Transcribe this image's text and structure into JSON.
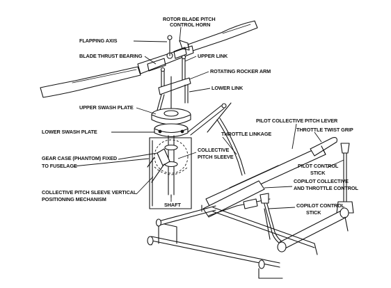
{
  "labels": {
    "rotor_horn_1": "ROTOR BLADE PITCH",
    "rotor_horn_2": "CONTROL HORN",
    "flapping_axis": "FLAPPING AXIS",
    "blade_thrust_bearing": "BLADE THRUST BEARING",
    "upper_link": "UPPER LINK",
    "rotating_rocker_arm": "ROTATING ROCKER ARM",
    "lower_link": "LOWER LINK",
    "upper_swash_plate": "UPPER SWASH PLATE",
    "lower_swash_plate": "LOWER SWASH PLATE",
    "gear_case_1": "GEAR CASE (PHANTOM) FIXED",
    "gear_case_2": "TO FUSELAGE",
    "collective_pitch_sleeve_1": "COLLECTIVE",
    "collective_pitch_sleeve_2": "PITCH SLEEVE",
    "vertical_mech_1": "COLLECTIVE PITCH SLEEVE VERTICAL",
    "vertical_mech_2": "POSITIONING MECHANISM",
    "shaft": "SHAFT",
    "pilot_collective_lever": "PILOT COLLECTIVE PITCH LEVER",
    "throttle_linkage": "THROTTLE LINKAGE",
    "throttle_twist_grip": "THROTTLE TWIST GRIP",
    "pilot_control_stick_1": "PILOT CONTROL",
    "pilot_control_stick_2": "STICK",
    "copilot_collective_1": "COPILOT COLLECTIVE",
    "copilot_collective_2": "AND THROTTLE CONTROL",
    "copilot_control_stick_1": "COPILOT CONTROL",
    "copilot_control_stick_2": "STICK"
  }
}
